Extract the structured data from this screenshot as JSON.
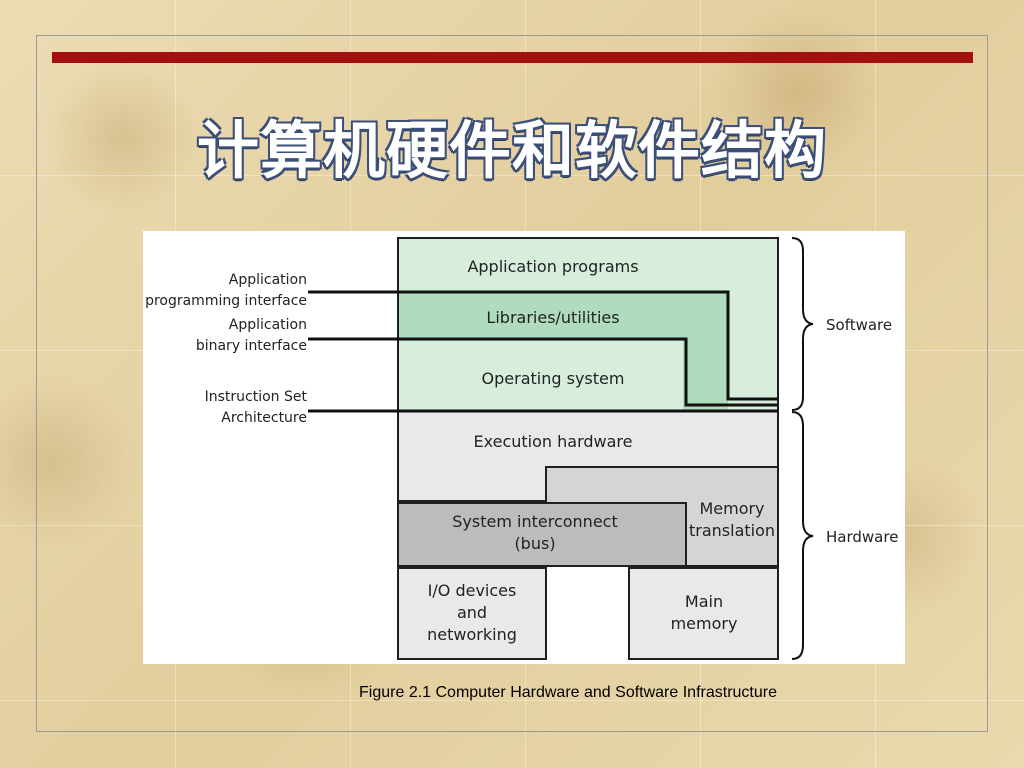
{
  "slide": {
    "title": "计算机硬件和软件结构",
    "accent_color": "#a50f0f",
    "caption": "Figure 2.1 Computer Hardware and Software Infrastructure"
  },
  "diagram": {
    "colors": {
      "software_light": "#d6eedb",
      "software_mid": "#afdcbf",
      "hardware_light": "#e9e9ea",
      "hardware_mid": "#d5d5d6",
      "hardware_dark": "#bcbcbd"
    },
    "boxes": {
      "app_programs": "Application programs",
      "libraries": "Libraries/utilities",
      "os": "Operating system",
      "exec_hw": "Execution hardware",
      "mem_trans_1": "Memory",
      "mem_trans_2": "translation",
      "sys_int_1": "System interconnect",
      "sys_int_2": "(bus)",
      "io_1": "I/O devices",
      "io_2": "and",
      "io_3": "networking",
      "mm_1": "Main",
      "mm_2": "memory"
    },
    "interfaces": {
      "api_1": "Application",
      "api_2": "programming interface",
      "abi_1": "Application",
      "abi_2": "binary interface",
      "isa_1": "Instruction Set",
      "isa_2": "Architecture"
    },
    "brackets": {
      "software": "Software",
      "hardware": "Hardware"
    }
  }
}
